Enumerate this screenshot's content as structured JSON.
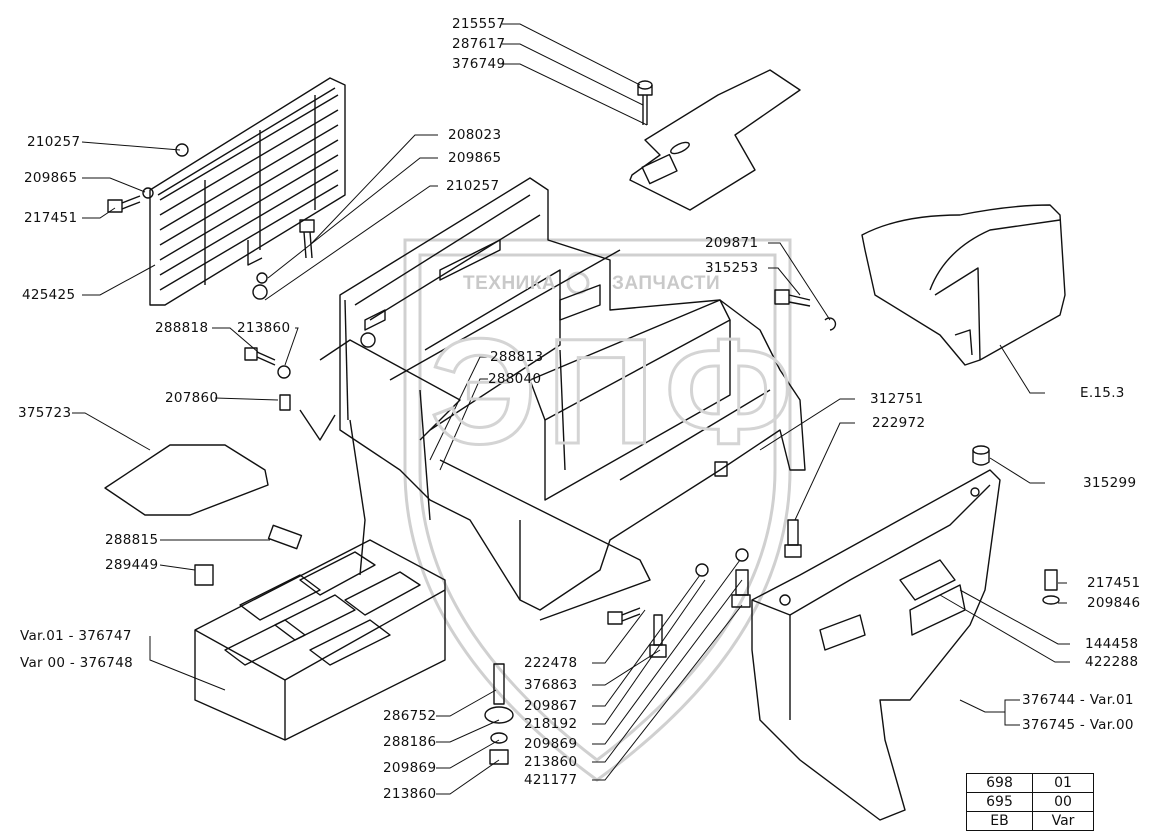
{
  "diagram": {
    "title": "",
    "watermark": {
      "top_left": "ТЕХНИКА",
      "top_right": "ЗАПЧАСТИ",
      "logo_letters": "ЭПФ"
    },
    "labels": {
      "l215557": "215557",
      "l287617": "287617",
      "l376749": "376749",
      "l210257a": "210257",
      "l209865a": "209865",
      "l217451a": "217451",
      "l425425": "425425",
      "l208023": "208023",
      "l209865b": "209865",
      "l210257b": "210257",
      "l209871": "209871",
      "l315253": "315253",
      "l288818": "288818",
      "l213860a": "213860",
      "l288813": "288813",
      "l288040": "288040",
      "l207860": "207860",
      "l375723": "375723",
      "lE153": "E.15.3",
      "l312751": "312751",
      "l222972": "222972",
      "l315299": "315299",
      "l288815": "288815",
      "l289449": "289449",
      "l217451b": "217451",
      "l209846": "209846",
      "l144458": "144458",
      "l422288": "422288",
      "lvar01_376747": "Var.01 - 376747",
      "lvar00_376748": "Var 00 - 376748",
      "l222478": "222478",
      "l376863": "376863",
      "l209867": "209867",
      "l218192": "218192",
      "l209869a": "209869",
      "l213860b": "213860",
      "l421177": "421177",
      "l286752": "286752",
      "l288186": "288186",
      "l209869b": "209869",
      "l213860c": "213860",
      "l376744": "376744 - Var.01",
      "l376745": "376745 - Var.00"
    },
    "variant_table": {
      "rows": [
        [
          "698",
          "01"
        ],
        [
          "695",
          "00"
        ],
        [
          "EB",
          "Var"
        ]
      ]
    }
  }
}
